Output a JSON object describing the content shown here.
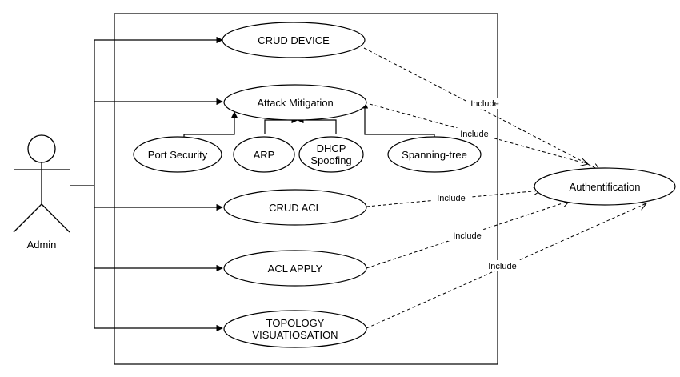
{
  "actor": {
    "label": "Admin"
  },
  "use_cases": {
    "crud_device": "CRUD DEVICE",
    "attack_mitigation": "Attack Mitigation",
    "port_security": "Port Security",
    "arp": "ARP",
    "dhcp_line1": "DHCP",
    "dhcp_line2": "Spoofing",
    "spanning_tree": "Spanning-tree",
    "crud_acl": "CRUD ACL",
    "acl_apply": "ACL APPLY",
    "topology_line1": "TOPOLOGY",
    "topology_line2": "VISUATIOSATION",
    "authentification": "Authentification"
  },
  "relations": {
    "include_1": "Include",
    "include_2": "Include",
    "include_3": "Include",
    "include_4": "Include",
    "include_5": "Include"
  }
}
